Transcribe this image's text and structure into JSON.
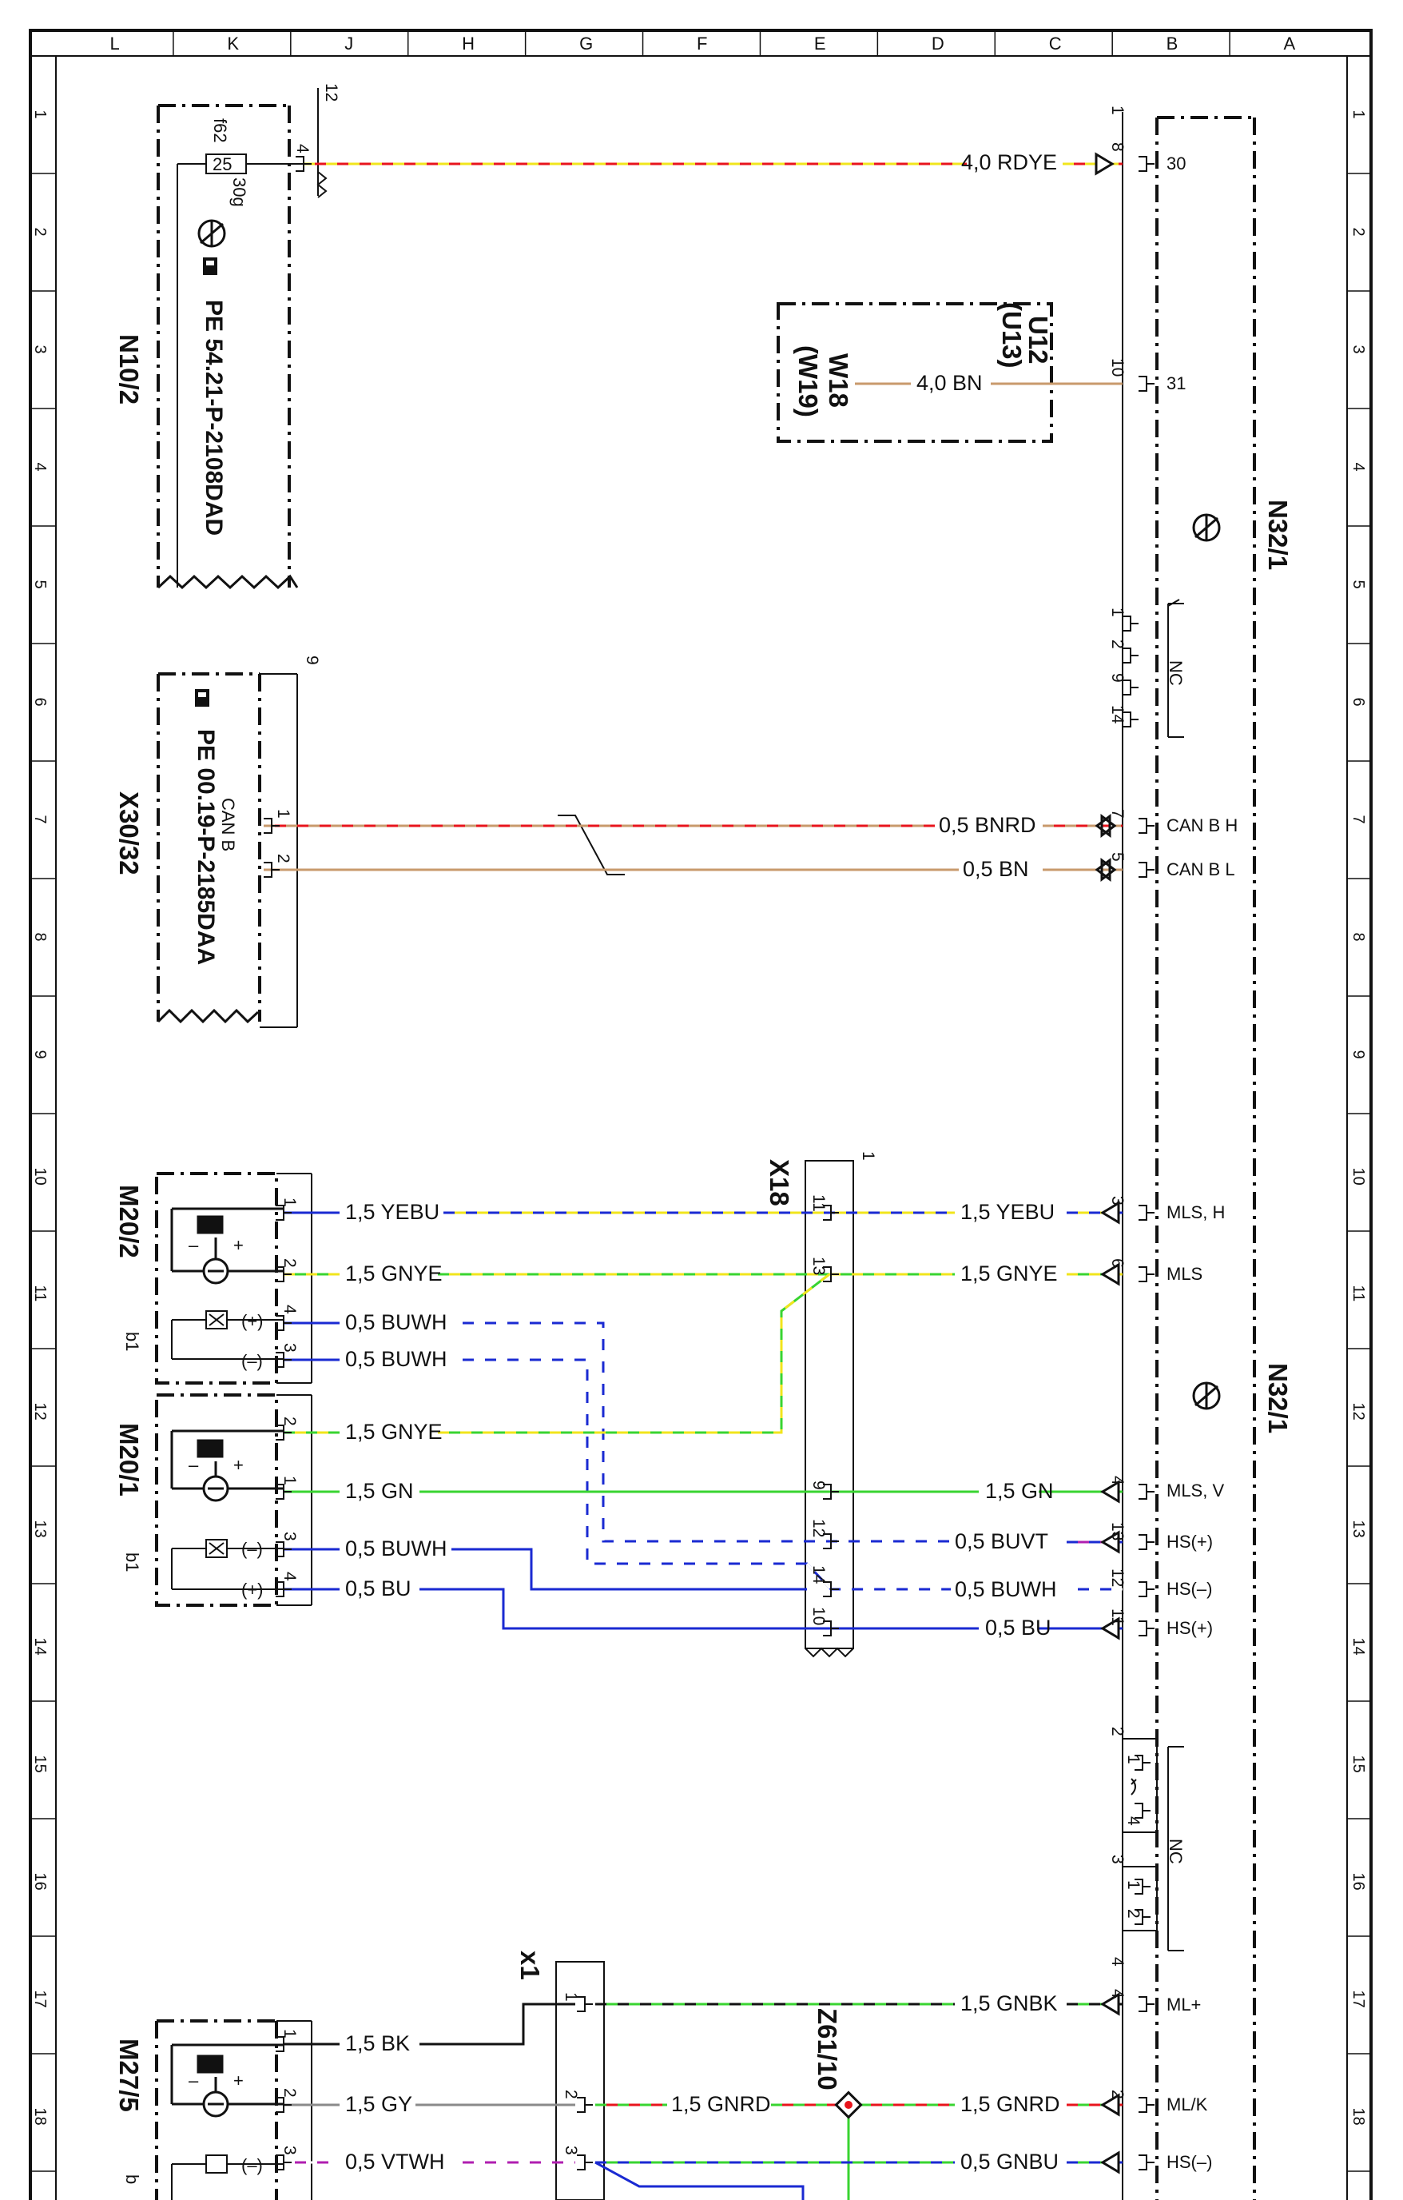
{
  "zones": [
    "L",
    "K",
    "J",
    "H",
    "G",
    "F",
    "E",
    "D",
    "C",
    "B",
    "A"
  ],
  "rows": [
    "1",
    "2",
    "3",
    "4",
    "5",
    "6",
    "7",
    "8",
    "9",
    "10",
    "11",
    "12",
    "13",
    "14",
    "15",
    "16",
    "17",
    "18"
  ],
  "components": {
    "n10_2": "N10/2",
    "x30_32": "X30/32",
    "m20_2": "M20/2",
    "m20_1": "M20/1",
    "m27_5": "M27/5",
    "n32_1_a": "N32/1",
    "n32_1_b": "N32/1",
    "u12": "U12",
    "u13": "(U13)",
    "w18": "W18",
    "w19": "(W19)",
    "x18": "X18",
    "x1": "x1",
    "z61_10": "Z61/10"
  },
  "doc_refs": {
    "n10_2": "PE 54.21-P-2108DAD",
    "x30_32": "PE 00.19-P-2185DAA"
  },
  "labels": {
    "f62": "f62",
    "fuse25": "25",
    "t30g": "30g",
    "can_b": "CAN B",
    "b1_a": "b1",
    "b1_b": "b1",
    "b_bottom": "b",
    "n12": "12",
    "n9": "9",
    "n1_top": "1",
    "n1_x18": "1",
    "n2_nc": "2",
    "n3_nc": "3",
    "n4_b": "4",
    "nc_a": "NC",
    "nc_b": "NC",
    "plus": "+",
    "minus": "–",
    "hs_plus": "(+)",
    "hs_minus": "(–)"
  },
  "wires": {
    "rdye": "4,0 RDYE",
    "bn40": "4,0 BN",
    "bnrd": "0,5 BNRD",
    "bn05": "0,5 BN",
    "yebu_l": "1,5 YEBU",
    "yebu_r": "1,5 YEBU",
    "gnye_l": "1,5 GNYE",
    "gnye_r": "1,5 GNYE",
    "buwh1": "0,5 BUWH",
    "buwh2": "0,5 BUWH",
    "gnye3": "1,5 GNYE",
    "gn_l": "1,5 GN",
    "gn_r": "1,5 GN",
    "buwh3": "0,5 BUWH",
    "bu_l": "0,5 BU",
    "buvt": "0,5 BUVT",
    "buwh_r": "0,5 BUWH",
    "bu_r": "0,5 BU",
    "gnbk": "1,5 GNBK",
    "bk": "1,5 BK",
    "gy": "1,5 GY",
    "gnrd_l": "1,5 GNRD",
    "gnrd_r": "1,5 GNRD",
    "vtwh": "0,5 VTWH",
    "gnbu": "0,5 GNBU"
  },
  "signals": {
    "t30": "30",
    "t31": "31",
    "canbh": "CAN B H",
    "canbl": "CAN B L",
    "mlsh": "MLS, H",
    "mls": "MLS",
    "mlsv": "MLS, V",
    "hsp1": "HS(+)",
    "hsm": "HS(–)",
    "hsp2": "HS(+)",
    "mlp": "ML+",
    "mlk": "ML/K",
    "hsm2": "HS(–)"
  },
  "pins": {
    "p4": "4",
    "p8": "8",
    "p10": "10",
    "p1a": "1",
    "p2a": "2",
    "p9a": "9",
    "p14a": "14",
    "p1b": "1",
    "p2b": "2",
    "p7": "7",
    "p5": "5",
    "m2_1": "1",
    "m2_2": "2",
    "m2_4": "4",
    "m2_3": "3",
    "m1_2": "2",
    "m1_1": "1",
    "m1_3": "3",
    "m1_4": "4",
    "x18_11": "11",
    "x18_13": "13",
    "x18_9": "9",
    "x18_12": "12",
    "x18_14": "14",
    "x18_10": "10",
    "n_3": "3",
    "n_6": "6",
    "n_4": "4",
    "n_13": "13",
    "n_12": "12",
    "n_11": "11",
    "nc1": "1",
    "nc4": "4",
    "nc1b": "1",
    "nc2b": "2",
    "m27_1": "1",
    "m27_2": "2",
    "m27_3": "3",
    "x1_1": "1",
    "x1_2": "2",
    "x1_3": "3",
    "n_4b": "4",
    "n_2b": "2"
  },
  "colors": {
    "red": "#e8141c",
    "yellow": "#f1e51c",
    "brown": "#c89a6c",
    "blue": "#1a2ad2",
    "green": "#39d431",
    "violet": "#b01fb0",
    "white": "#ffffff",
    "gray": "#8a8a8a",
    "black": "#111111"
  }
}
